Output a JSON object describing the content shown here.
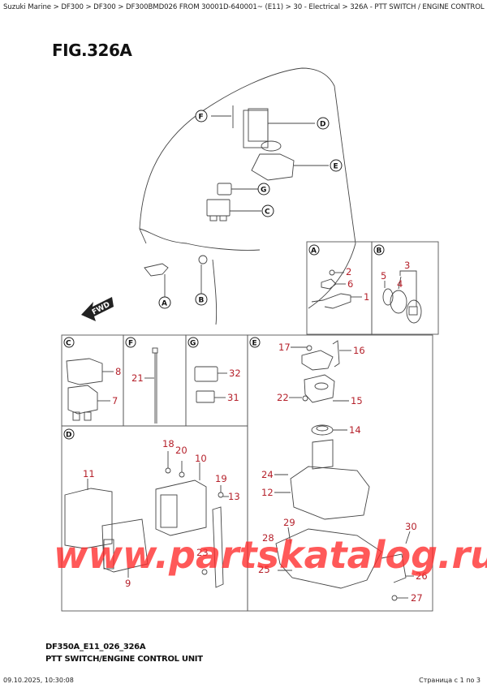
{
  "breadcrumb": "Suzuki Marine > DF300 > DF300 > DF300BMD026 FROM 30001D-640001~ (E11) > 30 - Electrical > 326A - PTT SWITCH / ENGINE CONTROL UNIT",
  "figure": {
    "title": "FIG.326A",
    "code": "DF350A_E11_026_326A",
    "name": "PTT SWITCH/ENGINE CONTROL UNIT"
  },
  "overview": {
    "callouts": [
      "F",
      "D",
      "E",
      "G",
      "C",
      "A",
      "B"
    ],
    "direction_label": "FWD"
  },
  "boxes": {
    "A": {
      "label": "A",
      "parts": [
        "2",
        "6",
        "1"
      ]
    },
    "B": {
      "label": "B",
      "parts": [
        "5",
        "4",
        "3"
      ]
    },
    "C": {
      "label": "C",
      "parts": [
        "8",
        "7"
      ]
    },
    "F": {
      "label": "F",
      "parts": [
        "21"
      ]
    },
    "G": {
      "label": "G",
      "parts": [
        "32",
        "31"
      ]
    },
    "E": {
      "label": "E",
      "parts": [
        "17",
        "16",
        "22",
        "15",
        "14",
        "24",
        "12",
        "29",
        "30",
        "28",
        "25",
        "26",
        "27"
      ]
    },
    "D": {
      "label": "D",
      "parts": [
        "18",
        "20",
        "10",
        "11",
        "19",
        "13",
        "23",
        "9"
      ]
    }
  },
  "watermark": "www.partskatalog.ru",
  "print_info": {
    "date": "09.10.2025, 10:30:08",
    "page": "Страница с 1 по 3"
  },
  "colors": {
    "part_number": "#b5212b",
    "watermark": "#ff2a2a",
    "line": "#444444"
  }
}
